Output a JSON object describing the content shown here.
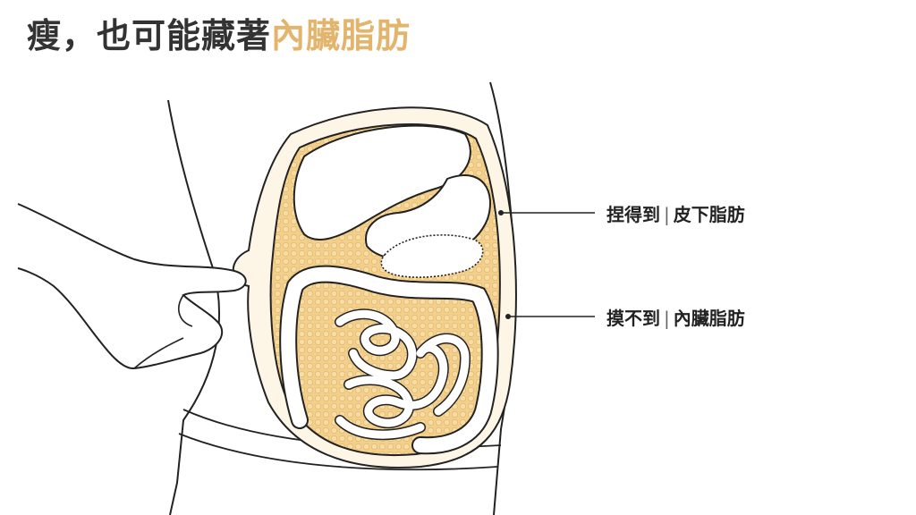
{
  "title": {
    "main": "瘦，也可能藏著",
    "highlight": "內臟脂肪"
  },
  "labels": {
    "subcutaneous": {
      "prefix": "捏得到",
      "separator": "|",
      "name": "皮下脂肪"
    },
    "visceral": {
      "prefix": "摸不到",
      "separator": "|",
      "name": "內臟脂肪"
    }
  },
  "colors": {
    "title_text": "#333333",
    "accent": "#e3b56c",
    "fat_fill": "#f3cf8c",
    "outline": "#222222"
  }
}
